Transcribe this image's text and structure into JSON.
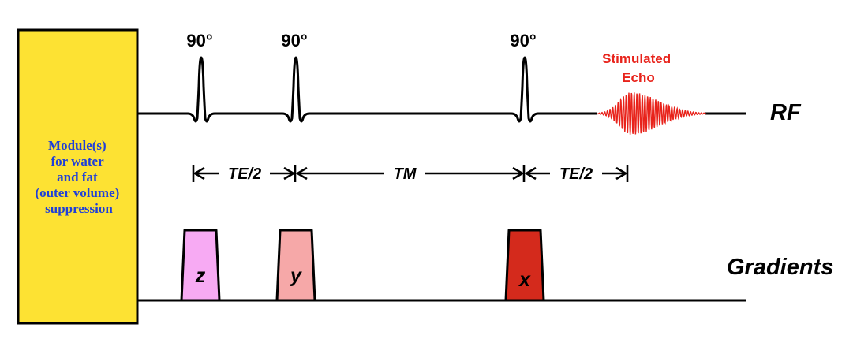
{
  "module": {
    "lines": [
      "Module(s)",
      "for water",
      "and fat",
      "(outer volume)",
      "suppression"
    ],
    "fill_color": "#fde233",
    "text_color": "#1f3fd9"
  },
  "rf": {
    "label": "RF",
    "pulses": [
      {
        "angle": "90°"
      },
      {
        "angle": "90°"
      },
      {
        "angle": "90°"
      }
    ],
    "echo": {
      "label_line1": "Stimulated",
      "label_line2": "Echo",
      "color": "#e8231b"
    }
  },
  "timing": {
    "te_half_1": "TE/2",
    "tm": "TM",
    "te_half_2": "TE/2"
  },
  "gradients": {
    "label": "Gradients",
    "pulses": [
      {
        "axis": "z",
        "color": "#f7aaf3"
      },
      {
        "axis": "y",
        "color": "#f6a8a8"
      },
      {
        "axis": "x",
        "color": "#d42a1c"
      }
    ]
  }
}
